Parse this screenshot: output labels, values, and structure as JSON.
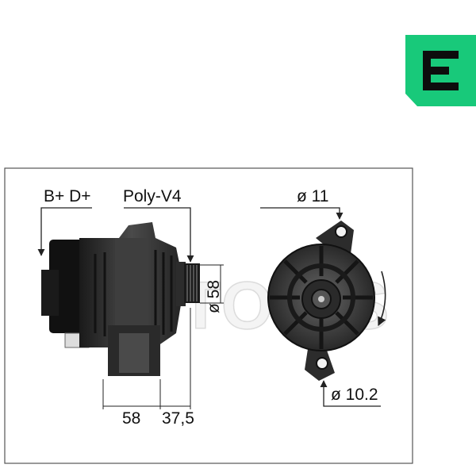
{
  "brand": {
    "accent_color": "#18c97a",
    "logo_letter": "E"
  },
  "labels": {
    "terminals": "B+ D+",
    "belt": "Poly-V4",
    "pulley_diameter": "ø 58",
    "mount_hole_top": "ø 11",
    "mount_hole_bottom": "ø 10.2",
    "length_a": "58",
    "length_b": "37,5"
  },
  "watermark": {
    "text": "MOTORIS"
  },
  "icons": {
    "logo": "brand-logo-icon",
    "rotation": "rotation-arrow-icon"
  }
}
